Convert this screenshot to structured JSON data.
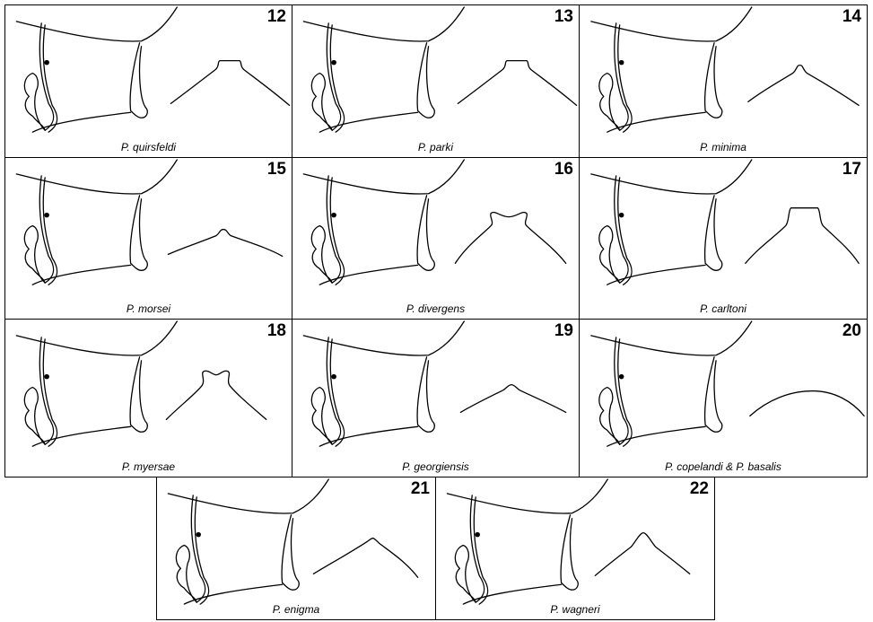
{
  "plate": {
    "panels": [
      {
        "number": "12",
        "species": "P. quirsfeldi",
        "profile": "flat-knob"
      },
      {
        "number": "13",
        "species": "P. parki",
        "profile": "flat-knob"
      },
      {
        "number": "14",
        "species": "P. minima",
        "profile": "small-bump"
      },
      {
        "number": "15",
        "species": "P. morsei",
        "profile": "low-bump"
      },
      {
        "number": "16",
        "species": "P. divergens",
        "profile": "forked"
      },
      {
        "number": "17",
        "species": "P. carltoni",
        "profile": "tall-flat"
      },
      {
        "number": "18",
        "species": "P. myersae",
        "profile": "notched"
      },
      {
        "number": "19",
        "species": "P. georgiensis",
        "profile": "peak"
      },
      {
        "number": "20",
        "species": "P. copelandi & P. basalis",
        "profile": "arc"
      },
      {
        "number": "21",
        "species": "P. enigma",
        "profile": "sharp-peak"
      },
      {
        "number": "22",
        "species": "P. wagneri",
        "profile": "tall-peak"
      }
    ]
  }
}
